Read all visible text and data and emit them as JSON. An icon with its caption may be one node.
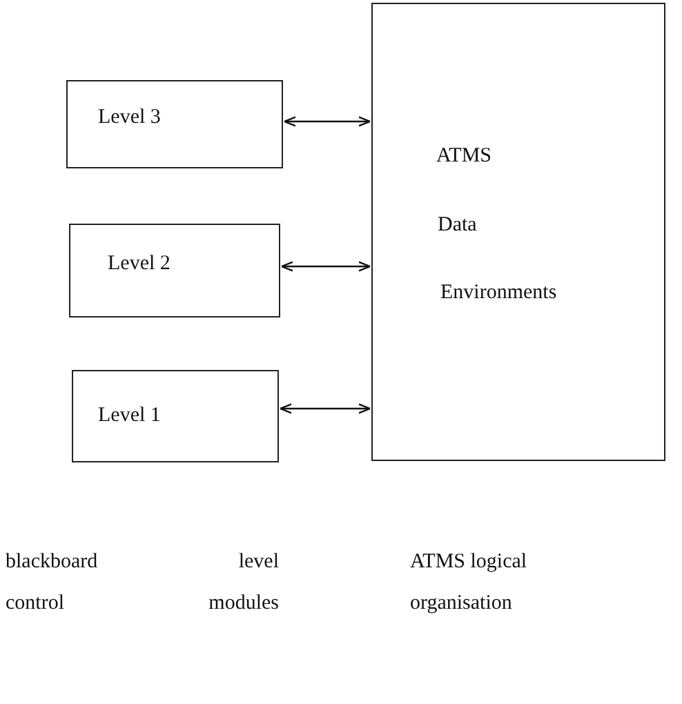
{
  "diagram": {
    "nodes": [
      {
        "text": [
          "Level 3"
        ]
      },
      {
        "text": [
          "Level 2"
        ]
      },
      {
        "text": [
          "Level 1"
        ]
      },
      {
        "text": [
          "ATMS",
          "Data",
          "Environments"
        ]
      }
    ],
    "edges": [
      {
        "from": 0,
        "to": 3,
        "arrow": "both"
      },
      {
        "from": 1,
        "to": 3,
        "arrow": "both"
      },
      {
        "from": 2,
        "to": 3,
        "arrow": "both"
      }
    ],
    "labels": [
      "blackboard control",
      "level modules",
      "ATMS logical organisation"
    ]
  }
}
